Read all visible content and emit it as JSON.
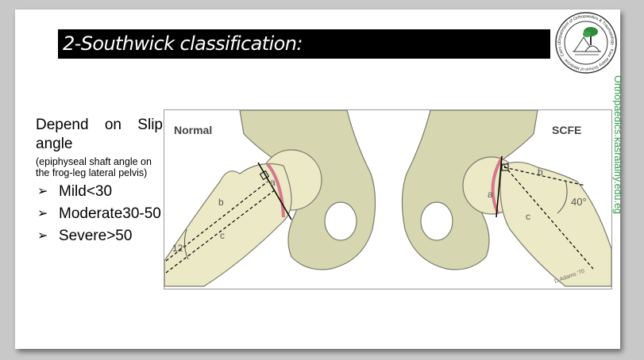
{
  "slide": {
    "title": "2-Southwick classification:",
    "side_url": "Orthopaedics.kasralainy.edu.eg",
    "logo": {
      "ring_text": "Department of Orthopaedics & Traumatology · Kasr Alainy School of Medicine · Cairo University",
      "icon": "pyramid-tree-seal-icon"
    },
    "lead_text": "Depend on Slip angle",
    "sub_text": "(epiphyseal shaft angle on the frog-leg lateral pelvis)",
    "bullets": [
      {
        "label": "Mild<30"
      },
      {
        "label": "Moderate30-50"
      },
      {
        "label": "Severe>50"
      }
    ],
    "figure": {
      "left_label": "Normal",
      "right_label": "SCFE",
      "left_angle": "12°",
      "right_angle": "40°",
      "mark_a": "a",
      "mark_b": "b",
      "mark_c": "c",
      "signature": "D.Adams '70",
      "colors": {
        "bone": "#ece9c6",
        "pelvis": "#d6d7b0",
        "outline": "#7a7a6a",
        "cartilage": "#d6788a"
      }
    }
  }
}
